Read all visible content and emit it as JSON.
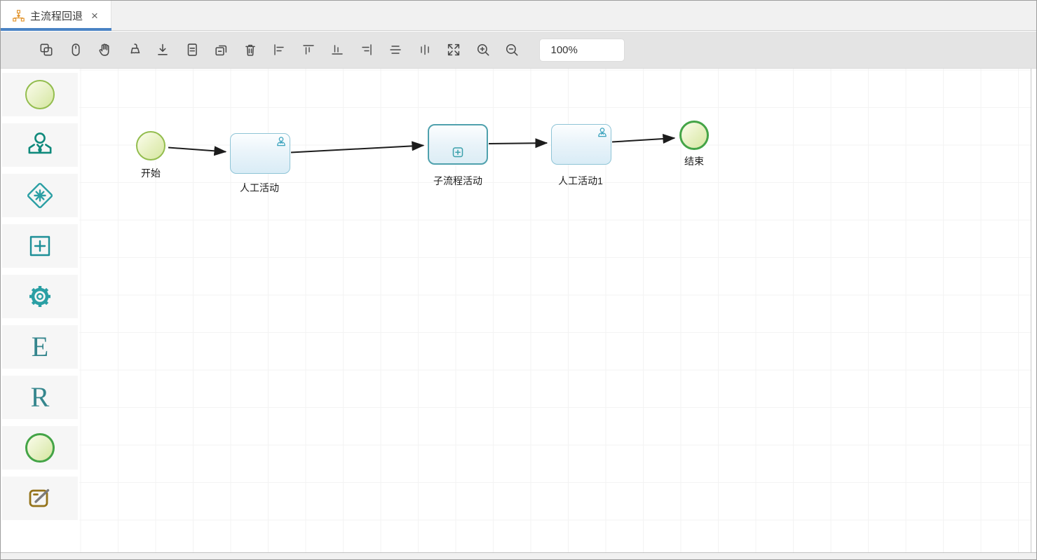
{
  "tab_bar": {
    "tabs": [
      {
        "label": "主流程回退",
        "active": true
      }
    ],
    "close_glyph": "×"
  },
  "toolbar": {
    "zoom_value": "100%",
    "icons": [
      "multi-select",
      "mouse",
      "hand-pan",
      "clear-canvas",
      "download",
      "document",
      "duplicate",
      "delete",
      "align-left",
      "align-top",
      "align-bottom",
      "align-right",
      "align-center-horizontal",
      "distribute-vertical",
      "fit-view",
      "zoom-in",
      "zoom-out"
    ]
  },
  "palette": {
    "items": [
      {
        "name": "start-event"
      },
      {
        "name": "user-task"
      },
      {
        "name": "gateway"
      },
      {
        "name": "subprocess"
      },
      {
        "name": "service-task"
      },
      {
        "name": "e-node",
        "glyph": "E"
      },
      {
        "name": "r-node",
        "glyph": "R"
      },
      {
        "name": "end-event"
      },
      {
        "name": "annotation"
      }
    ]
  },
  "canvas": {
    "nodes": [
      {
        "id": "start",
        "type": "start-event",
        "label": "开始"
      },
      {
        "id": "task1",
        "type": "user-task",
        "label": "人工活动"
      },
      {
        "id": "sub1",
        "type": "subprocess",
        "label": "子流程活动"
      },
      {
        "id": "task2",
        "type": "user-task",
        "label": "人工活动1"
      },
      {
        "id": "end",
        "type": "end-event",
        "label": "结束"
      }
    ],
    "edges": [
      {
        "from": "start",
        "to": "task1"
      },
      {
        "from": "task1",
        "to": "sub1"
      },
      {
        "from": "sub1",
        "to": "task2"
      },
      {
        "from": "task2",
        "to": "end"
      }
    ]
  },
  "colors": {
    "accent_blue": "#4a83c4",
    "teal": "#2b9fa4",
    "task_border": "#8ec4d6",
    "subprocess_border": "#4fa1ad",
    "start_green": "#93bd4e",
    "end_green": "#44a447",
    "tab_icon_orange": "#e2952f"
  }
}
